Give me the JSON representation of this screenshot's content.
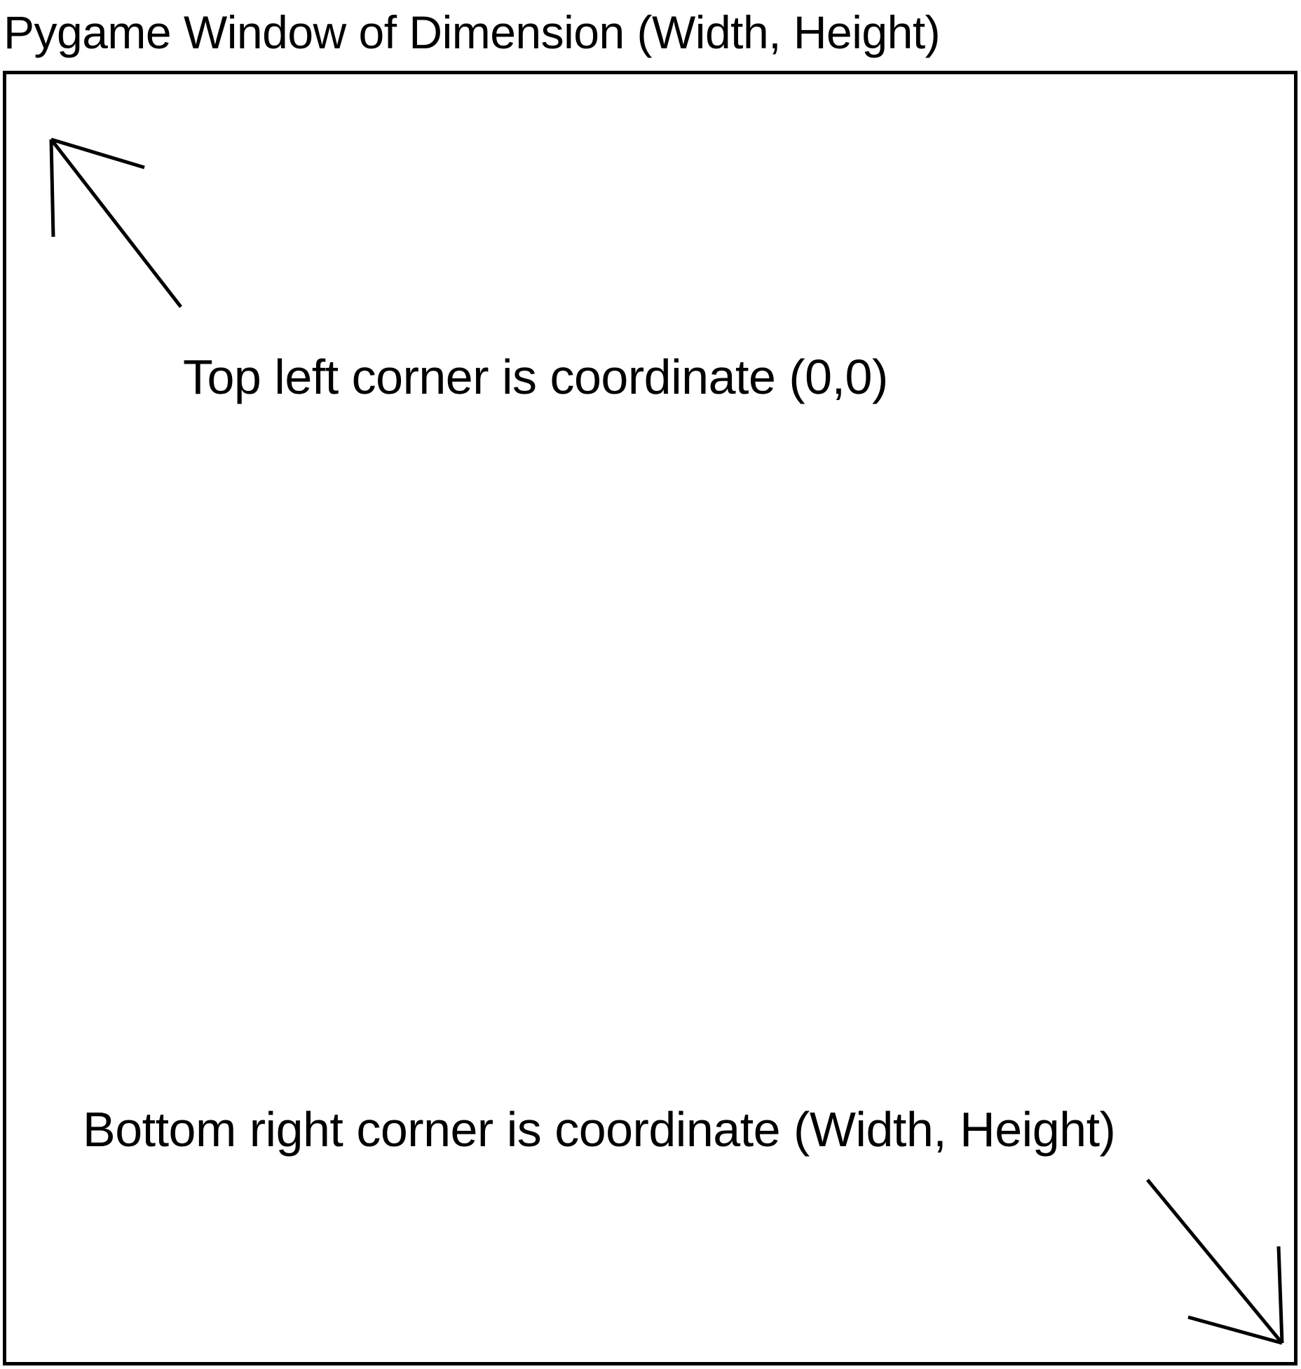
{
  "title": "Pygame Window of Dimension (Width, Height)",
  "labels": {
    "top_left": "Top left corner is coordinate (0,0)",
    "bottom_right": "Bottom right corner is coordinate (Width, Height)"
  },
  "icons": {
    "top_left_arrow": "arrow-up-left-icon",
    "bottom_right_arrow": "arrow-down-right-icon"
  },
  "colors": {
    "line": "#000000",
    "background": "#ffffff"
  }
}
